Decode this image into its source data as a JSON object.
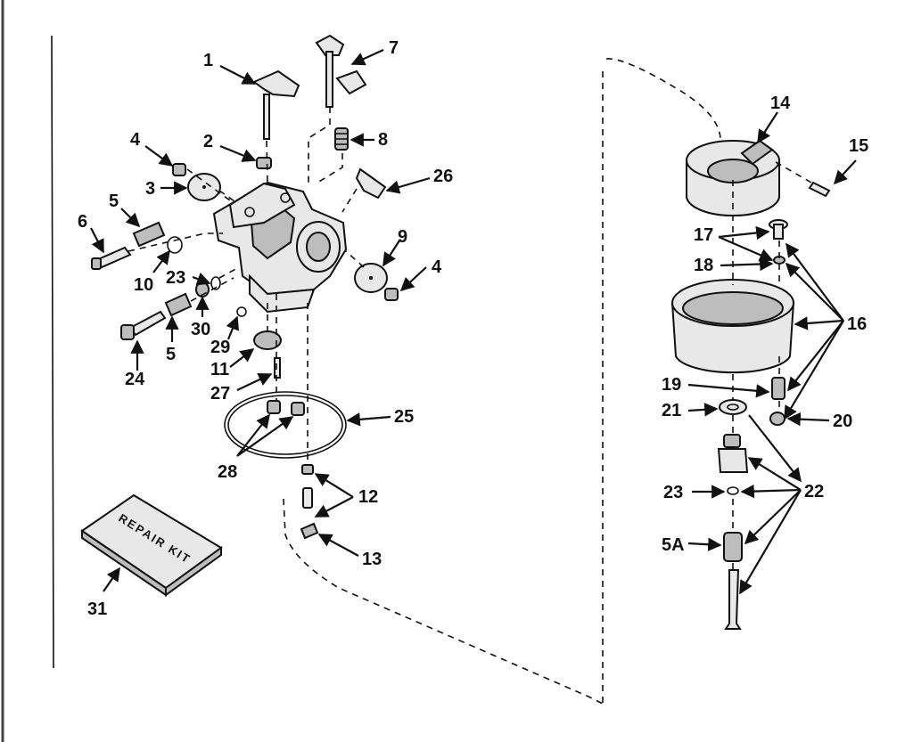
{
  "diagram": {
    "callouts": [
      "1",
      "2",
      "3",
      "4",
      "5",
      "6",
      "7",
      "8",
      "9",
      "10",
      "11",
      "12",
      "13",
      "14",
      "15",
      "16",
      "17",
      "18",
      "19",
      "20",
      "21",
      "22",
      "23",
      "24",
      "25",
      "26",
      "27",
      "28",
      "29",
      "30",
      "31",
      "5A"
    ],
    "repair_kit_label": "REPAIR KIT"
  }
}
